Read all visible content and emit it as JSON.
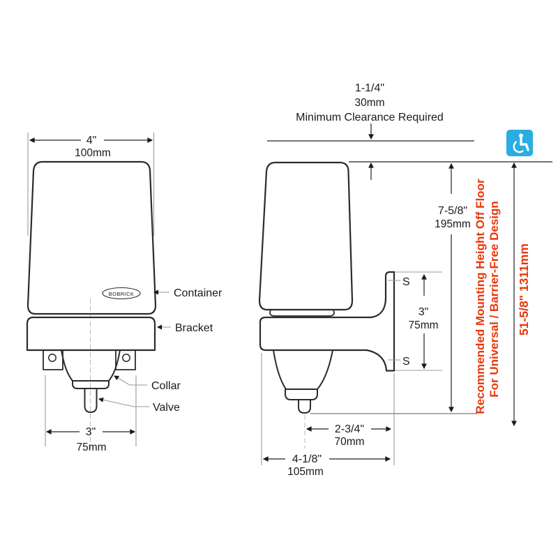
{
  "diagram": {
    "front": {
      "width_in": "4\"",
      "width_mm": "100mm",
      "logo": "BOBRICK",
      "label_container": "Container",
      "label_bracket": "Bracket",
      "label_collar": "Collar",
      "label_valve": "Valve",
      "collar_width_in": "3\"",
      "collar_width_mm": "75mm"
    },
    "clearance": {
      "val_in": "1-1/4\"",
      "val_mm": "30mm",
      "caption": "Minimum Clearance Required"
    },
    "side": {
      "height_in": "7-5/8\"",
      "height_mm": "195mm",
      "screw_label_top": "S",
      "screw_label_bottom": "S",
      "screw_spacing_in": "3\"",
      "screw_spacing_mm": "75mm",
      "spout_to_wall_in": "2-3/4\"",
      "spout_to_wall_mm": "70mm",
      "projection_in": "4-1/8\"",
      "projection_mm": "105mm"
    },
    "mounting": {
      "note_line1": "Recommended Mounting Height Off Floor",
      "note_line2": "For Universal / Barrier-Free Design",
      "height_label": "51-5/8\"  1311mm"
    },
    "colors": {
      "accent_red": "#e8380c",
      "icon_blue": "#2bace2",
      "line": "#2b2b2b"
    }
  }
}
